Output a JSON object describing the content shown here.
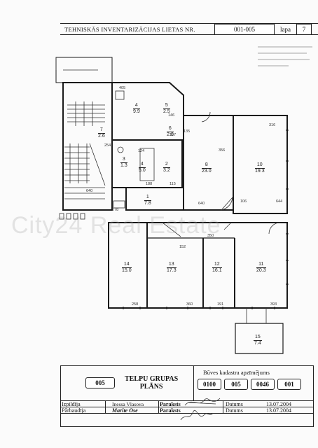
{
  "header": {
    "title": "TEHNISKĀS INVENTARIZĀCIJAS LIETAS NR.",
    "case_number": "001-005",
    "page_label": "lapa",
    "page_number": "7"
  },
  "watermark": "City24 Real Estate",
  "rooms": [
    {
      "no": "4",
      "area": "9.9"
    },
    {
      "no": "5",
      "area": "2.5"
    },
    {
      "no": "6",
      "area": "2.0"
    },
    {
      "no": "3",
      "area": "1.3"
    },
    {
      "no": "4",
      "area": "5.0"
    },
    {
      "no": "2",
      "area": "3.2"
    },
    {
      "no": "1",
      "area": "7.8"
    },
    {
      "no": "8",
      "area": "23.0"
    },
    {
      "no": "10",
      "area": "19.3"
    },
    {
      "no": "14",
      "area": "15.0"
    },
    {
      "no": "13",
      "area": "17.3"
    },
    {
      "no": "12",
      "area": "16.1"
    },
    {
      "no": "11",
      "area": "20.3"
    },
    {
      "no": "15",
      "area": "7.4"
    },
    {
      "no": "7",
      "area": "2.6"
    }
  ],
  "dimensions": [
    "405",
    "316",
    "356",
    "258",
    "360",
    "191",
    "393",
    "640",
    "640",
    "350",
    "188",
    "115",
    "124",
    "135",
    "157",
    "146",
    "254",
    "152",
    "278",
    "106",
    "644"
  ],
  "title_block": {
    "group_number": "005",
    "plan_title_line1": "TELPU GRUPAS",
    "plan_title_line2": "PLĀNS",
    "cadastre_caption": "Būves kadastra apzīmējums",
    "cadastre_parts": [
      "0100",
      "005",
      "0046",
      "001"
    ],
    "rows": [
      {
        "role": "Izpildīja",
        "name": "Inessa Vlasova",
        "sign_label": "Paraksts",
        "date_label": "Datums",
        "date": "13.07.2004"
      },
      {
        "role": "Pārbaudīja",
        "name": "Marite Ose",
        "sign_label": "Paraksts",
        "date_label": "Datums",
        "date": "13.07.2004"
      }
    ]
  }
}
